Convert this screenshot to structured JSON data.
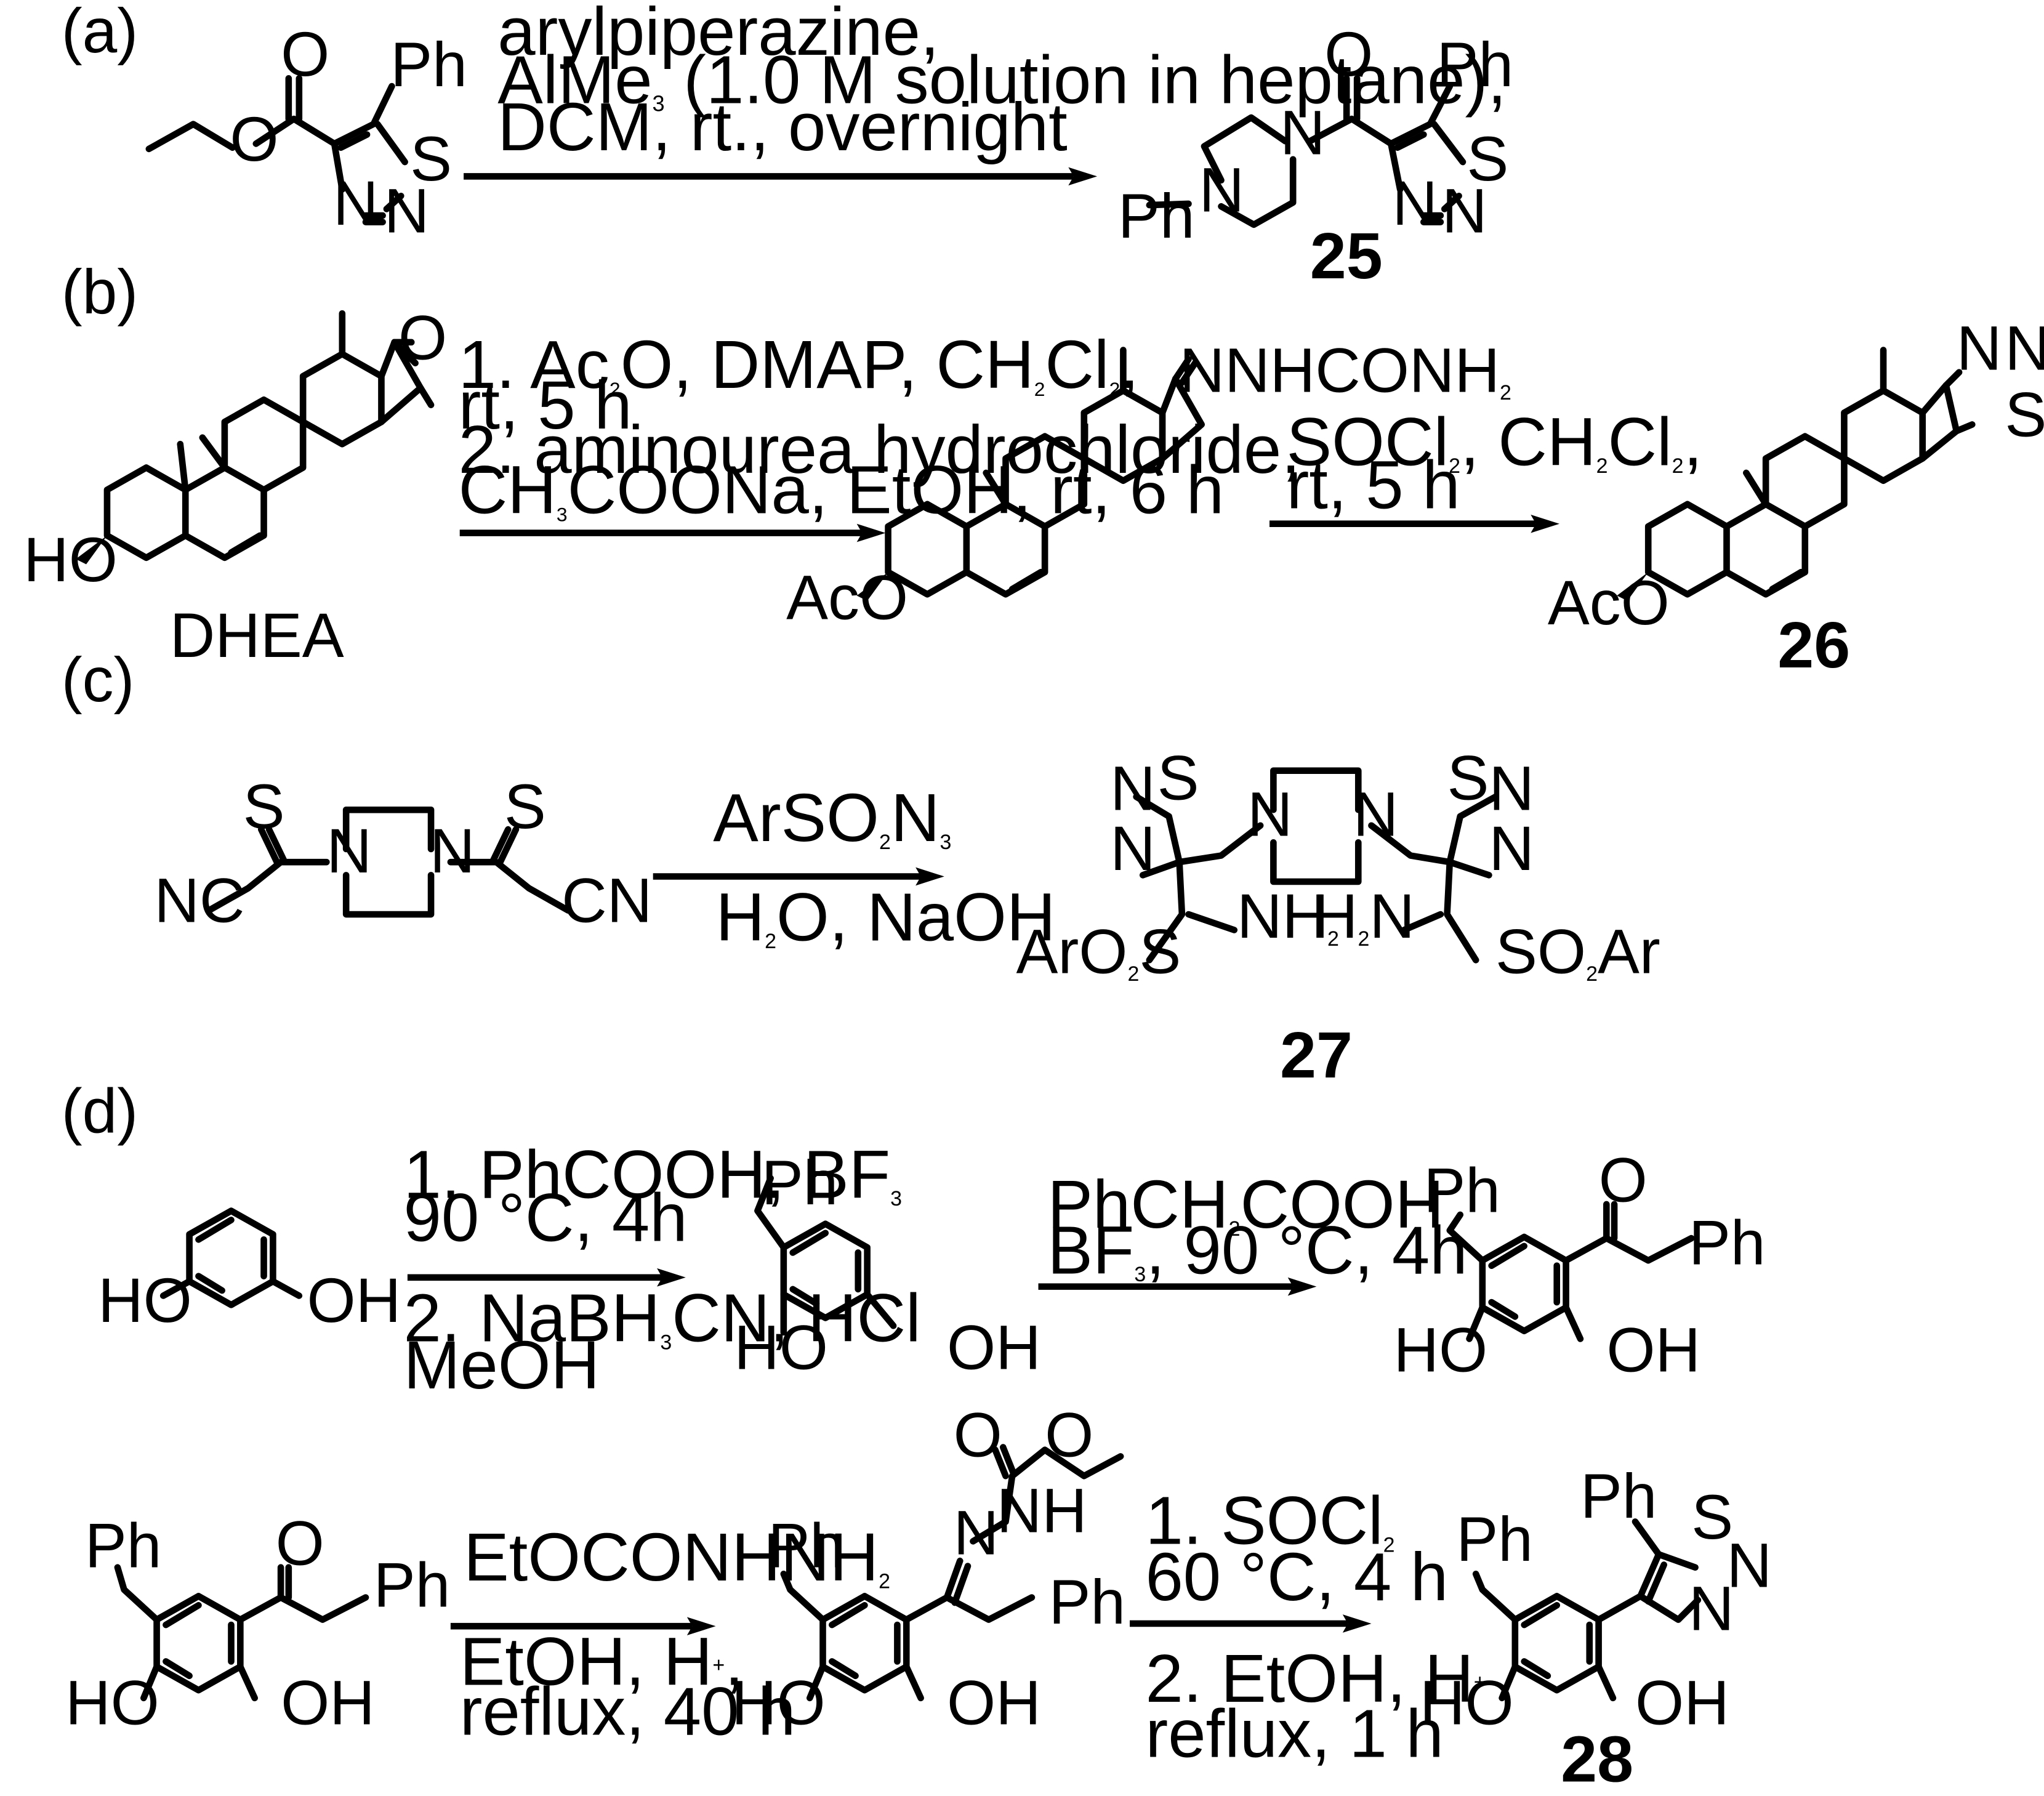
{
  "panels": {
    "a": "(a)",
    "b": "(b)",
    "c": "(c)",
    "d": "(d)"
  },
  "arrows": {
    "a": {
      "lines": [
        "arylpiperazine,",
        "AlMe3 (1.0 M solution in heptane),",
        "DCM, rt., overnight"
      ]
    },
    "b1": {
      "lines": [
        "1. Ac2O, DMAP, CH2Cl2,",
        "rt, 5 h",
        "2. aminourea hydrochloride,",
        "CH3COONa, EtOH, rt, 6 h"
      ]
    },
    "b2": {
      "lines": [
        "SOCl2, CH2Cl2,",
        "rt, 5 h"
      ]
    },
    "c": {
      "above": "ArSO2N3",
      "below": "H2O, NaOH"
    },
    "d1": {
      "above": [
        "1. PhCOOH, BF3",
        "90 °C, 4h"
      ],
      "below": [
        "2. NaBH3CN, HCl",
        "MeOH"
      ]
    },
    "d2": {
      "above": [
        "PhCH2COOH",
        "BF3, 90 °C, 4h"
      ]
    },
    "d3": {
      "above": "EtOCONHNH2",
      "below": [
        "EtOH, H+,",
        "reflux, 40 h"
      ]
    },
    "d4": {
      "above": [
        "1. SOCl2",
        "60 °C, 4 h"
      ],
      "below": [
        "2. EtOH, H+",
        "reflux, 1 h"
      ]
    }
  },
  "compounds": {
    "c25": "25",
    "c26": "26",
    "c27": "27",
    "c28": "28",
    "dhea": "DHEA"
  },
  "atoms": {
    "O": "O",
    "S": "S",
    "N": "N",
    "Ph": "Ph",
    "HO": "HO",
    "OH": "OH",
    "AcO": "AcO",
    "NC": "NC",
    "CN": "CN",
    "NH2": "NH2",
    "H2N": "H2N",
    "NH": "NH",
    "ArO2S": "ArO2S",
    "SO2Ar": "SO2Ar",
    "NNHCONH2": "NNHCONH2"
  }
}
